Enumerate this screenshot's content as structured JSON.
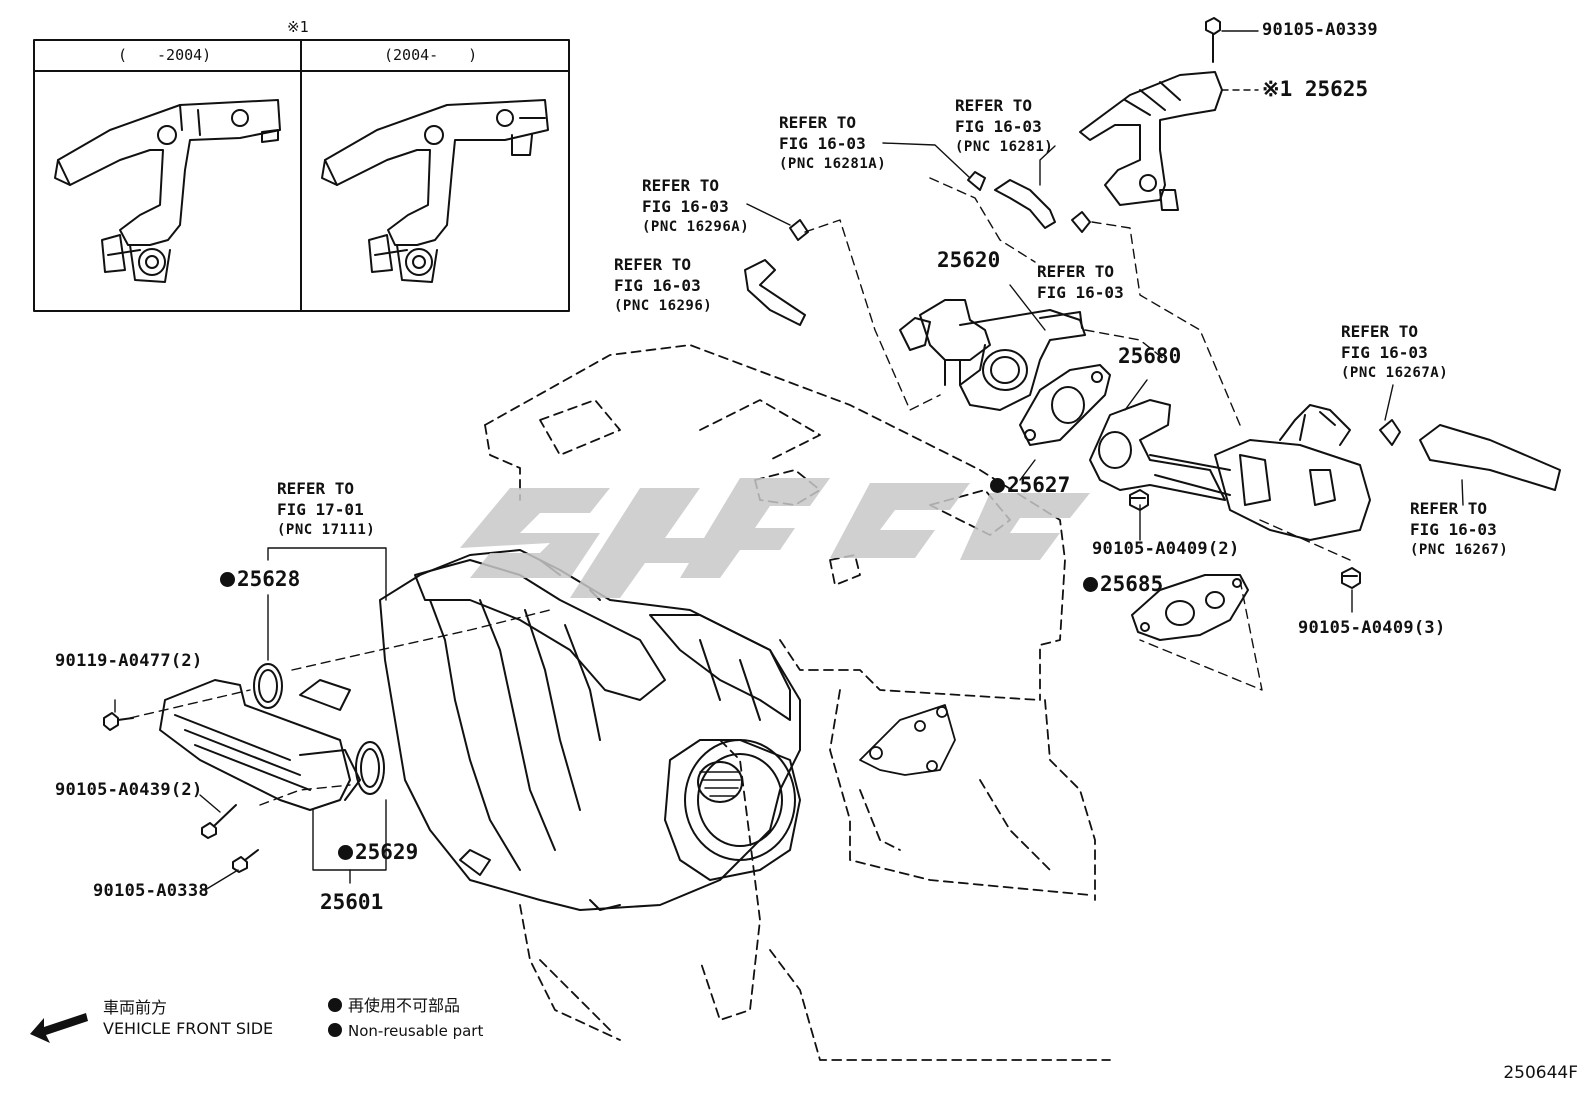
{
  "inset": {
    "mark": "※1",
    "col_left": "(　　-2004)",
    "col_right": "(2004-　　)"
  },
  "parts": {
    "p1": "90105-A0339",
    "p2": "※1 25625",
    "p3": "25620",
    "p4": "25680",
    "p5": "25627",
    "p6": "90105-A0409(2)",
    "p7": "25685",
    "p8": "90105-A0409(3)",
    "p9": "25628",
    "p10": "90119-A0477(2)",
    "p11": "90105-A0439(2)",
    "p12": "90105-A0338",
    "p13": "25629",
    "p14": "25601"
  },
  "refs": [
    {
      "l1": "REFER TO",
      "l2": "FIG 16-03",
      "l3": "(PNC 16281A)"
    },
    {
      "l1": "REFER TO",
      "l2": "FIG 16-03",
      "l3": "(PNC 16281)"
    },
    {
      "l1": "REFER TO",
      "l2": "FIG 16-03",
      "l3": "(PNC 16296A)"
    },
    {
      "l1": "REFER TO",
      "l2": "FIG 16-03",
      "l3": "(PNC 16296)"
    },
    {
      "l1": "REFER TO",
      "l2": "FIG 16-03",
      "l3": ""
    },
    {
      "l1": "REFER TO",
      "l2": "FIG 16-03",
      "l3": "(PNC 16267A)"
    },
    {
      "l1": "REFER TO",
      "l2": "FIG 16-03",
      "l3": "(PNC 16267)"
    },
    {
      "l1": "REFER TO",
      "l2": "FIG 17-01",
      "l3": "(PNC 17111)"
    }
  ],
  "legend": {
    "front_jp": "車両前方",
    "front_en": "VEHICLE FRONT SIDE",
    "nonreuse_jp": "再使用不可部品",
    "nonreuse_en": "Non-reusable part"
  },
  "figure_code": "250644F",
  "colors": {
    "ink": "#111111",
    "watermark": "#c8c8c8"
  }
}
